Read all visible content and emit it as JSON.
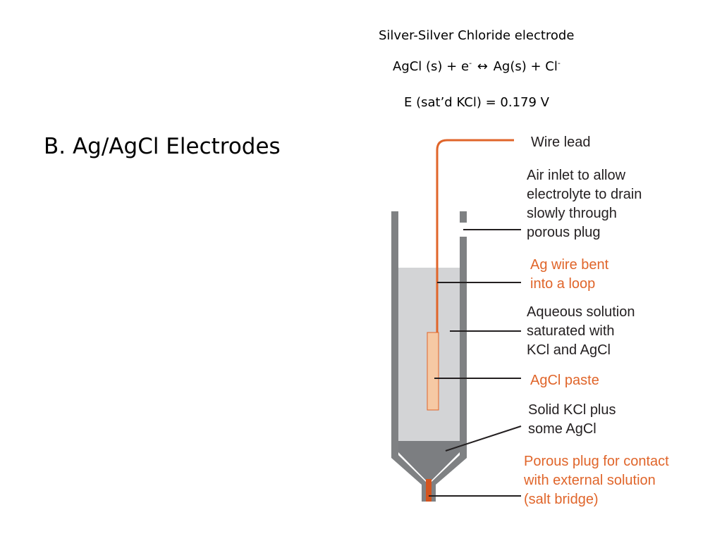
{
  "slide": {
    "heading": "B. Ag/AgCl Electrodes",
    "title": "Silver-Silver Chloride electrode",
    "equation": {
      "left": "AgCl (s) + e",
      "left_sup": "-",
      "arrow": "↔",
      "right": "Ag(s) + Cl",
      "right_sup": "-"
    },
    "potential": "E (sat’d KCl) = 0.179 V"
  },
  "diagram": {
    "colors": {
      "wall": "#7f8183",
      "solution": "#d3d4d6",
      "solid_kcl": "#7c7e81",
      "wire": "#e0652a",
      "paste": "#f6c9a4",
      "plug": "#d4541e",
      "black_label": "#231f20",
      "orange_label": "#e0652a"
    },
    "labels": {
      "wire_lead": [
        "Wire lead"
      ],
      "air_inlet": [
        "Air inlet to allow",
        "electrolyte to drain",
        "slowly through",
        "porous plug"
      ],
      "ag_wire": [
        "Ag wire bent",
        "into a loop"
      ],
      "aqueous": [
        "Aqueous solution",
        "saturated with",
        "KCl and AgCl"
      ],
      "paste": [
        "AgCl paste"
      ],
      "solid": [
        "Solid KCl plus",
        "some AgCl"
      ],
      "plug": [
        "Porous plug for contact",
        "with external solution",
        "(salt bridge)"
      ]
    }
  }
}
